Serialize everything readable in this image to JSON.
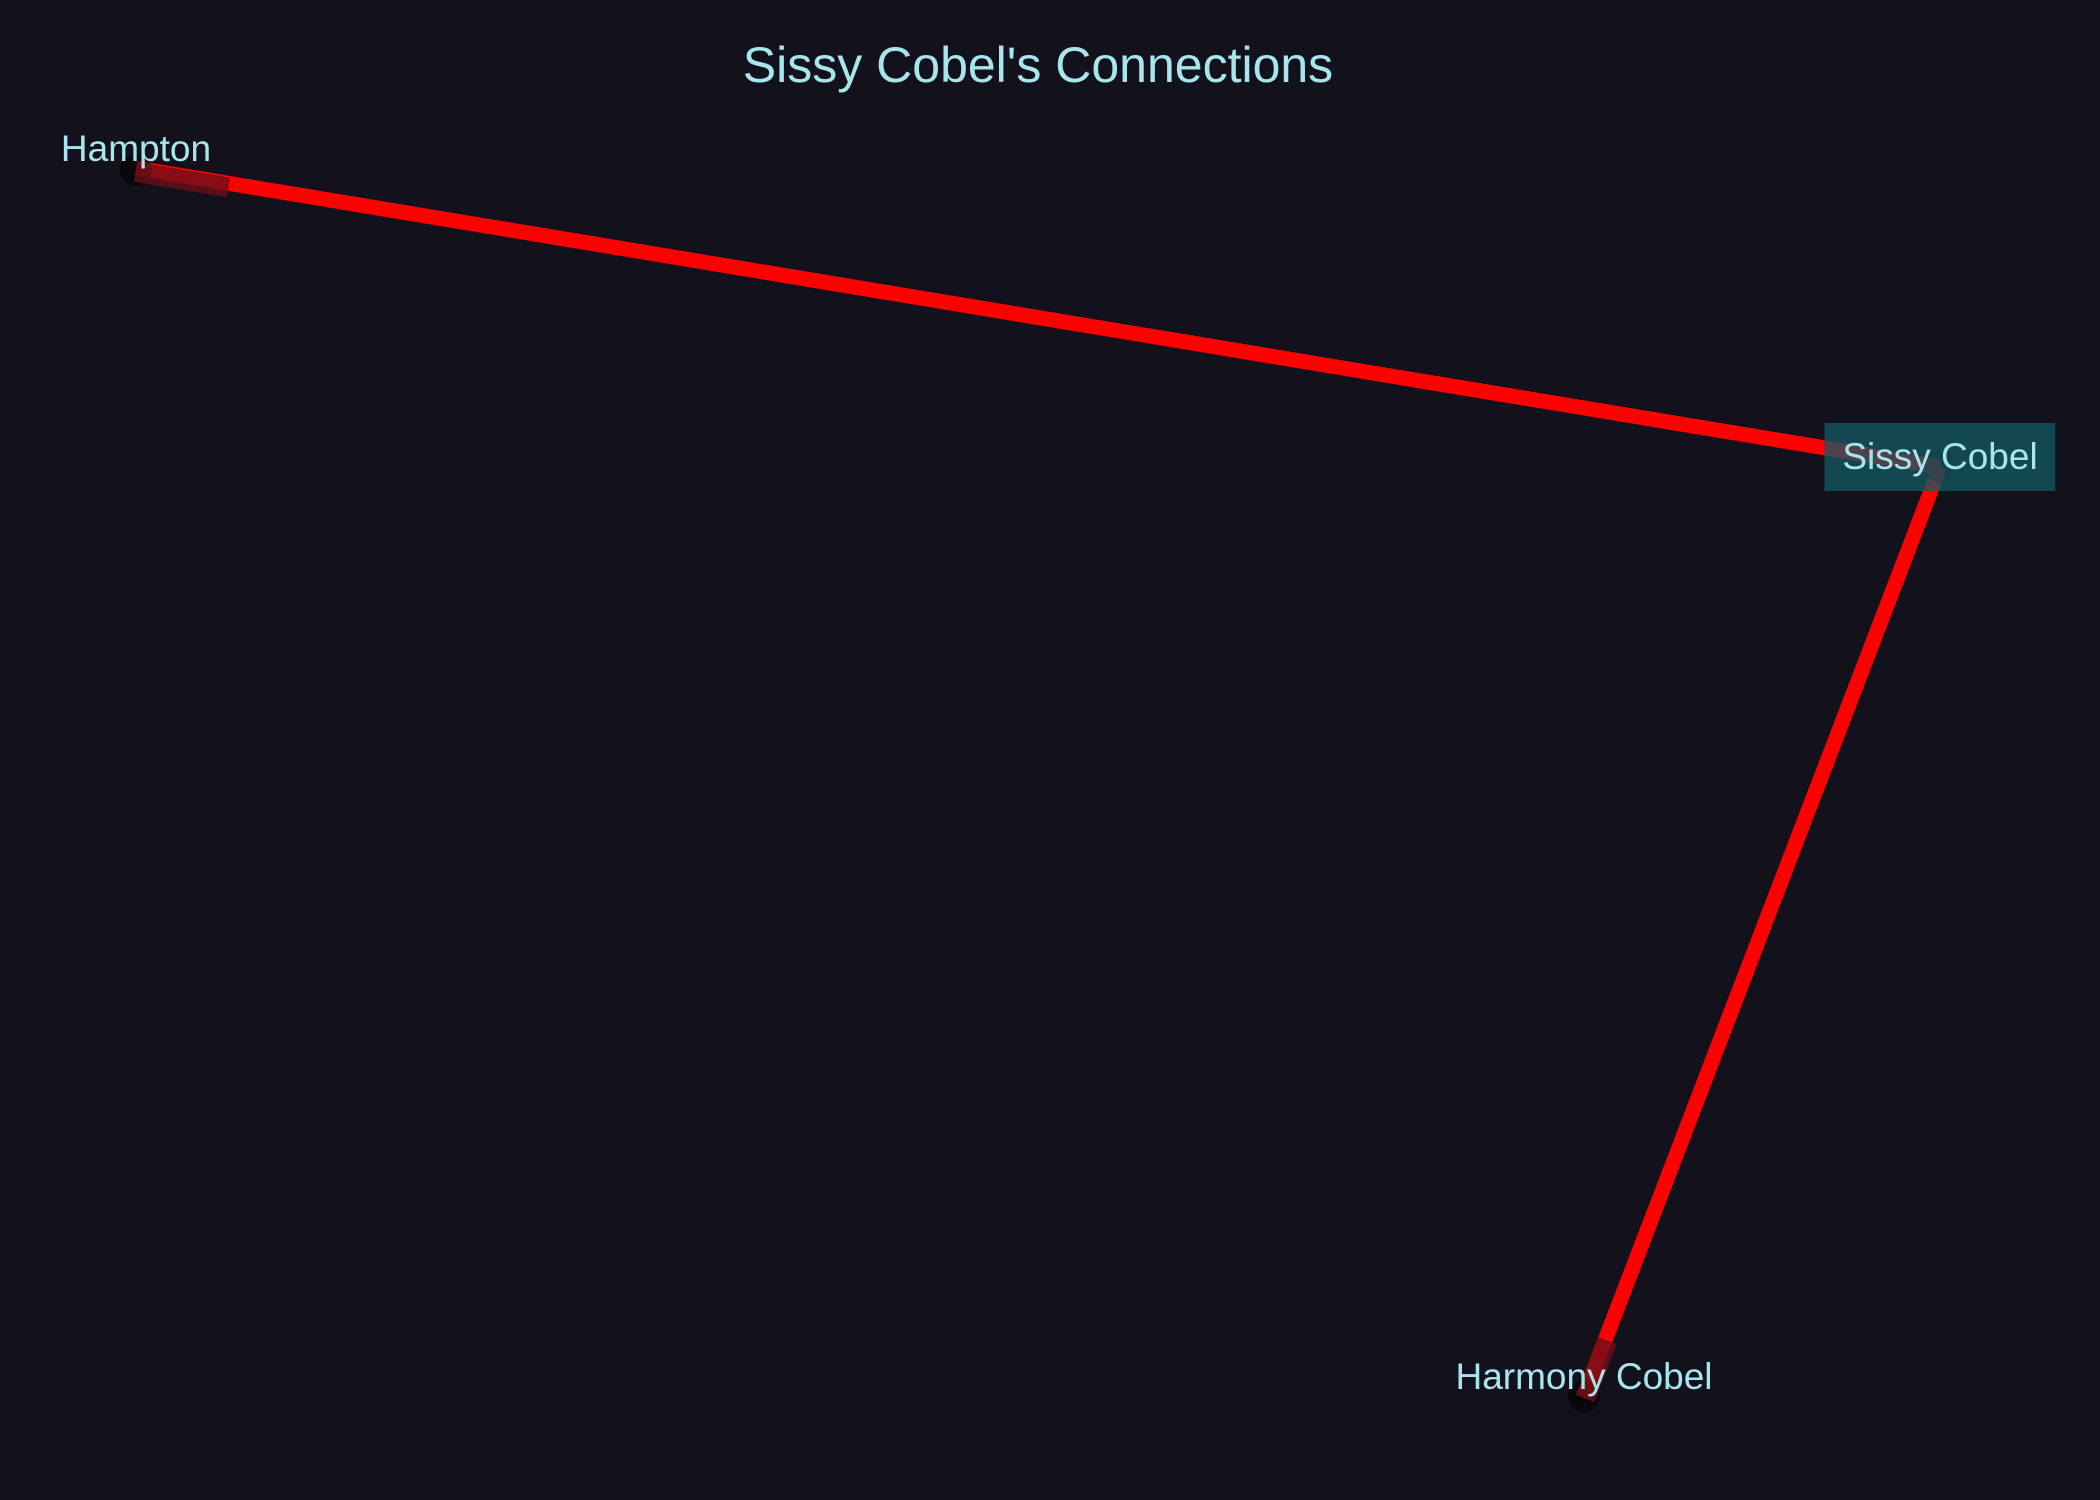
{
  "graph": {
    "title": "Sissy Cobel's Connections",
    "nodes": [
      {
        "id": "hampton",
        "label": "Hampton",
        "highlighted": false
      },
      {
        "id": "sissy",
        "label": "Sissy Cobel",
        "highlighted": true
      },
      {
        "id": "harmony",
        "label": "Harmony Cobel",
        "highlighted": false
      }
    ],
    "edges": [
      {
        "source": "Hampton",
        "target": "Sissy Cobel"
      },
      {
        "source": "Sissy Cobel",
        "target": "Harmony Cobel"
      }
    ],
    "colors": {
      "background": "#13111c",
      "edge": "#ff0000",
      "label_text": "#a8e6ee",
      "highlight_box": "#145a64",
      "node_fill": "#000000"
    }
  }
}
